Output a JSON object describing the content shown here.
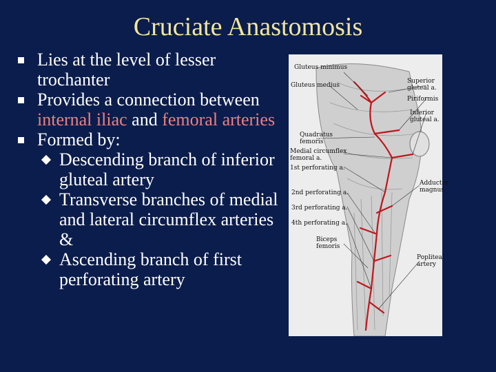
{
  "slide": {
    "title": "Cruciate Anastomosis",
    "bullets": {
      "b1": "Lies at the level of lesser trochanter",
      "b2_pre": "Provides a connection between ",
      "b2_hl1": "internal iliac",
      "b2_mid": " and ",
      "b2_hl2": "femoral arteries",
      "b3": "Formed by:",
      "s1": "Descending branch of inferior gluteal artery",
      "s2": "Transverse branches of medial and lateral circumflex arteries &",
      "s3": "Ascending branch of first perforating artery"
    },
    "highlight_color": "#f07f80"
  },
  "figure_labels": {
    "gluteus_minimus": "Gluteus minimus",
    "gluteus_medius": "Gluteus medius",
    "superior_gluteal": "Superior gluteal a.",
    "piriformis": "Piriformis",
    "inferior_gluteal": "Inferior gluteal a.",
    "quadratus_femoris": "Quadratus femoris",
    "medial_circumflex": "Medial circumflex femoral a.",
    "perf1": "1st perforating a.",
    "adductor_magnus": "Adductor magnus",
    "perf2": "2nd perforating a.",
    "perf3": "3rd perforating a.",
    "perf4": "4th perforating a.",
    "biceps_femoris": "Biceps femoris",
    "popliteal": "Popliteal artery"
  }
}
